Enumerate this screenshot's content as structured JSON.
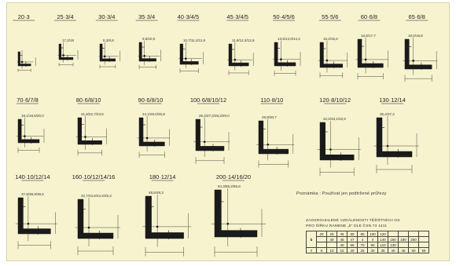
{
  "row1": [
    "20·3",
    "25·3/4",
    "30·3/4",
    "35·3/4",
    "40·3/4/5",
    "45·3/4/5",
    "50·4/5/6",
    "55·5/6",
    "60·6/8",
    "65·6/8"
  ],
  "row2": [
    "70·6/7/8",
    "80·6/8/10",
    "90·6/8/10",
    "100·6/8/10/12",
    "110·8/10",
    "120·8/10/12",
    "130·12/14"
  ],
  "row3": [
    "140·10/12/14",
    "160·10/12/14/16",
    "180·12/14",
    "200·14/16/20"
  ],
  "row1_ann": [
    "",
    "17,2/18",
    "8,3/8,8",
    "9,6/10,0",
    "10,7/11,2/11,6",
    "11,8/12,3/12,8",
    "13,5/14,0/14,4",
    "15,2/15,6",
    "16,8/17,7",
    "18,0/18,8"
  ],
  "row2_ann": [
    "19,1/19,6/20,0",
    "21,8/22,7/23,5",
    "24,1/25,0/25,8",
    "26,4/27,2/28,2/29,0",
    "29,8/30,7",
    "32,2/33,1/33,9",
    "35,4/37,2"
  ],
  "row3_ann": [
    "37,9/38,8/39,6",
    "42,7/43,6/44,4/45,3",
    "48,5/49,3",
    "54,3/55,2/56,8"
  ],
  "note": "Poznámka : Použivat jen podtržené průřezy",
  "table_title_1": "ZAOKROUHLENÉ VZDÁLENOSTI TĚŽIŠTNÍCH OS",
  "table_title_2": "PRO ŠÍŘKU RAMENE „b\" DLE ČSN 73 1411",
  "table": {
    "b_label": "b",
    "t_label": "t",
    "b_row1": [
      "20",
      "25",
      "45",
      "60",
      "80",
      "100",
      "120"
    ],
    "b_row2": [
      "",
      "40",
      "45",
      "47",
      "4",
      "4",
      "140",
      "160",
      "180",
      "200"
    ],
    "b_row3": [
      "",
      "",
      "40",
      "55",
      "70",
      "90",
      "110",
      "130"
    ],
    "t_row": [
      "5",
      "10",
      "15",
      "20",
      "25",
      "30",
      "35",
      "40",
      "45",
      "50",
      "55"
    ]
  }
}
